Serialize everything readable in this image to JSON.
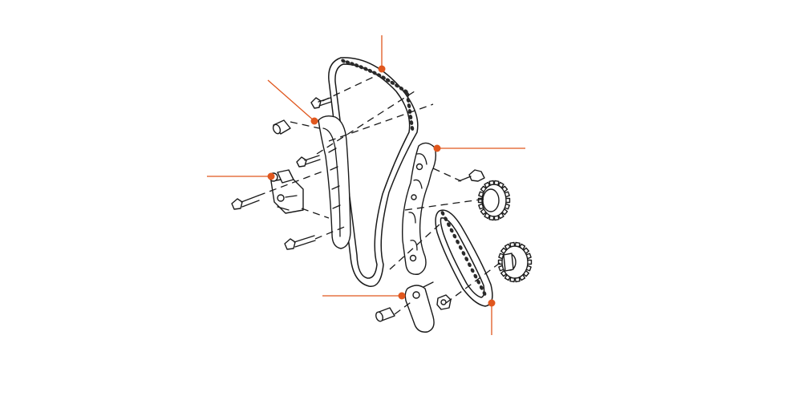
{
  "colors": {
    "callout": "#e0571e",
    "ink": "#1a1a1a",
    "background": "#ffffff"
  },
  "callouts": [
    {
      "name": "timing-chain-primary"
    },
    {
      "name": "chain-guide-tension-side"
    },
    {
      "name": "chain-tensioner-upper"
    },
    {
      "name": "chain-guide-slack-side"
    },
    {
      "name": "balancer-chain-tensioner"
    },
    {
      "name": "balancer-chain"
    }
  ]
}
